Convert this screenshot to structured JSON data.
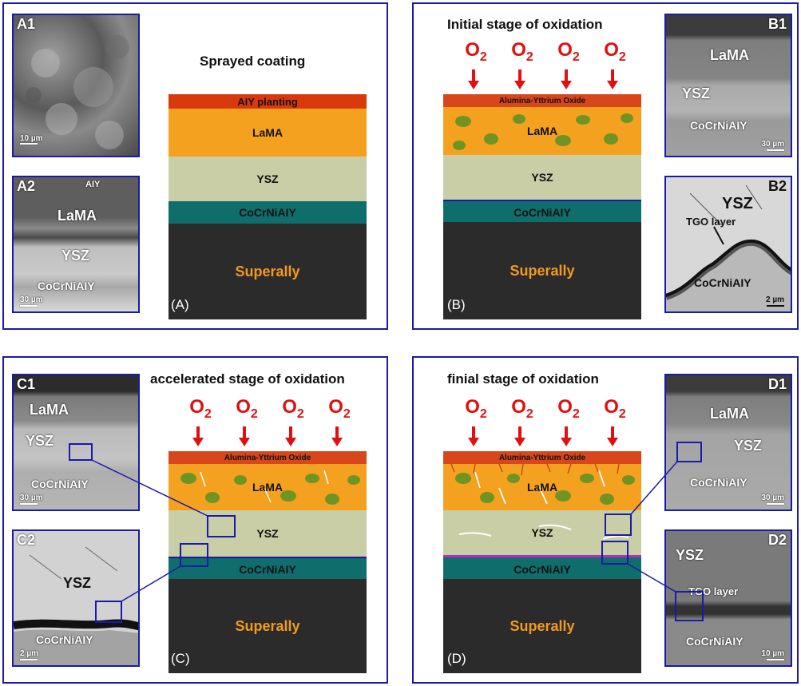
{
  "panelA": {
    "title": "Sprayed coating",
    "tag": "(A)",
    "micro1": {
      "label": "A1",
      "scale": "10 µm"
    },
    "micro2": {
      "label": "A2",
      "scale": "30 µm",
      "aiy": "AIY",
      "lama": "LaMA",
      "ysz": "YSZ",
      "bond": "CoCrNiAIY"
    },
    "layers": {
      "top": "AIY planting",
      "lama": "LaMA",
      "ysz": "YSZ",
      "bond": "CoCrNiAIY",
      "sub": "Superally"
    }
  },
  "panelB": {
    "title": "Initial stage of oxidation",
    "tag": "(B)",
    "o2": [
      "O",
      "O",
      "O",
      "O"
    ],
    "o2_sub": "2",
    "micro1": {
      "label": "B1",
      "scale": "30 µm",
      "lama": "LaMA",
      "ysz": "YSZ",
      "bond": "CoCrNiAIY"
    },
    "micro2": {
      "label": "B2",
      "scale": "2 µm",
      "ysz": "YSZ",
      "tgo": "TGO layer",
      "bond": "CoCrNiAIY"
    },
    "layers": {
      "top": "Alumina-Yttrium Oxide",
      "lama": "LaMA",
      "ysz": "YSZ",
      "bond": "CoCrNiAIY",
      "sub": "Superally"
    }
  },
  "panelC": {
    "title": "accelerated stage of oxidation",
    "tag": "(C)",
    "o2": [
      "O",
      "O",
      "O",
      "O"
    ],
    "o2_sub": "2",
    "micro1": {
      "label": "C1",
      "scale": "30 µm",
      "lama": "LaMA",
      "ysz": "YSZ",
      "bond": "CoCrNiAIY"
    },
    "micro2": {
      "label": "C2",
      "scale": "2 µm",
      "ysz": "YSZ",
      "bond": "CoCrNiAIY"
    },
    "layers": {
      "top": "Alumina-Yttrium Oxide",
      "lama": "LaMA",
      "ysz": "YSZ",
      "bond": "CoCrNiAIY",
      "sub": "Superally"
    }
  },
  "panelD": {
    "title": "finial stage of oxidation",
    "tag": "(D)",
    "o2": [
      "O",
      "O",
      "O",
      "O"
    ],
    "o2_sub": "2",
    "micro1": {
      "label": "D1",
      "scale": "30 µm",
      "lama": "LaMA",
      "ysz": "YSZ",
      "bond": "CoCrNiAIY"
    },
    "micro2": {
      "label": "D2",
      "scale": "10 µm",
      "ysz": "YSZ",
      "tgo": "TGO layer",
      "bond": "CoCrNiAIY"
    },
    "layers": {
      "top": "Alumina-Yttrium Oxide",
      "lama": "LaMA",
      "ysz": "YSZ",
      "bond": "CoCrNiAIY",
      "sub": "Superally"
    }
  },
  "colors": {
    "frame": "#1a1aa8",
    "oxygen": "#e01010",
    "aiy": "#d83a0e",
    "oxide": "#d8461c",
    "lama": "#f3a11f",
    "ysz": "#c9cea6",
    "bond": "#0f6d6c",
    "substrate": "#2b2b2b",
    "substrate_text": "#f39a1e",
    "grain": "#6f9424"
  }
}
